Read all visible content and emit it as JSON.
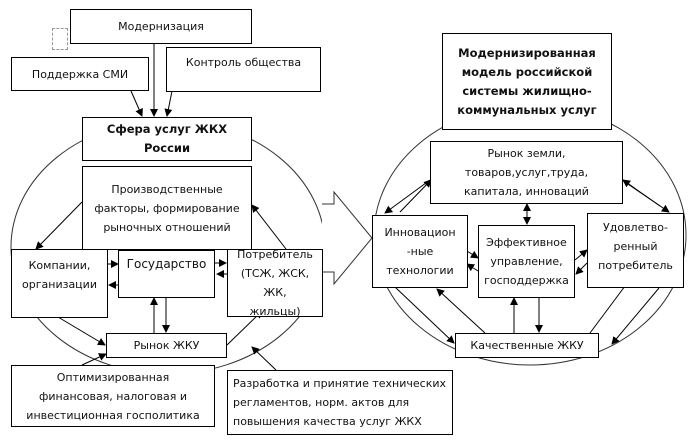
{
  "left_model": {
    "modernization": "Модернизация",
    "media_support": "Поддержка СМИ",
    "public_control": "Контроль общества",
    "sphere_title": "Сфера услуг ЖКХ\nРоссии",
    "production_factors": "Производственные\nфакторы, формирование\nрыночных отношений",
    "companies": "Компании,\nорганизации",
    "state": "Государство",
    "consumer": "Потребитель\n(ТСЖ, ЖСК, ЖК,\nжильцы)",
    "market": "Рынок ЖКУ",
    "optimized_policy": "Оптимизированная\nфинансовая, налоговая и\nинвестиционная госполитика",
    "regulations": "Разработка и принятие технических\nрегламентов, норм. актов для\nповышения качества услуг ЖКХ"
  },
  "right_model": {
    "title": "Модернизированная\nмодель  российской\nсистемы жилищно-\nкоммунальных услуг",
    "markets": "Рынок земли,\nтоваров,услуг,труда,\nкапитала, инноваций",
    "innovations": "Инновацион\n-ные\nтехнологии",
    "management": "Эффективное\nуправление,\nгосподдержка",
    "satisfied_consumer": "Удовлетво-\nренный\nпотребитель",
    "quality_services": "Качественные ЖКУ"
  }
}
